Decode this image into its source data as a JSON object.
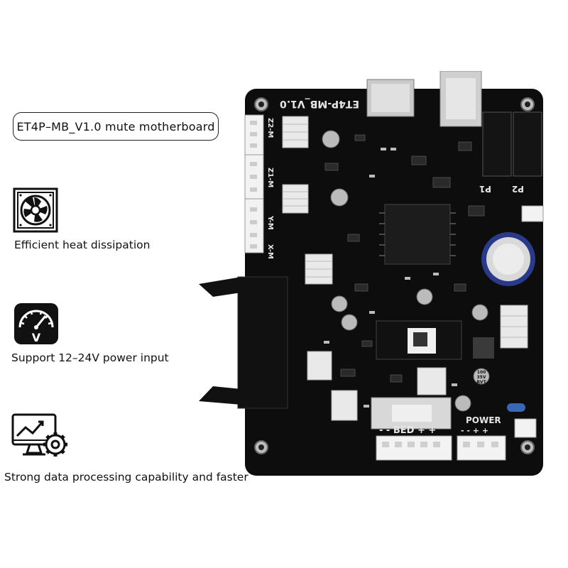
{
  "product_title": "ET4P–MB_V1.0 mute motherboard",
  "features": [
    {
      "icon": "fan-icon",
      "label": "Efficient heat dissipation"
    },
    {
      "icon": "voltmeter-icon",
      "label": "Support 12–24V power input"
    },
    {
      "icon": "monitor-chart-gear-icon",
      "label": "Strong data processing capability and faster"
    }
  ],
  "board": {
    "silkscreen_name": "ET4P-MB_V1.0",
    "z2": "Z2-M",
    "z1": "Z1-M",
    "y": "Y-M",
    "x": "X-M",
    "p1": "P1",
    "p2": "P2",
    "bed": "- - BED + +",
    "power": "POWER",
    "power_pm": "- -      + +",
    "cap_100": "100",
    "cap_35v": "35V",
    "cap_rvt": "RVT"
  },
  "colors": {
    "board": "#0d0d0d",
    "silk": "#e6e6e6",
    "heatsink": "#e9e9e9",
    "capacitor": "#2a3a8a"
  }
}
